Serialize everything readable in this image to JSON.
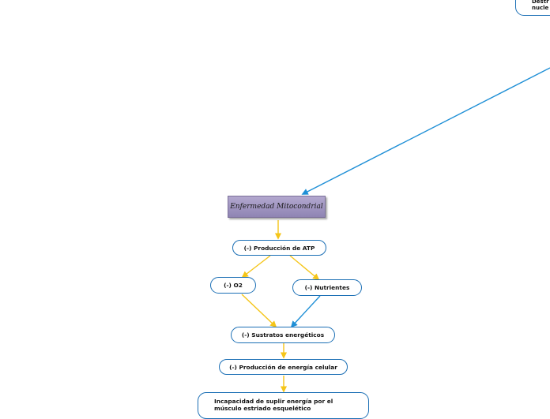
{
  "root": {
    "label": "Enfermedad Mitocondrial"
  },
  "top_right": {
    "label": "Destr\nnucle"
  },
  "nodes": {
    "atp": "(-) Producción de ATP",
    "o2": "(-) O2",
    "nutrientes": "(-) Nutrientes",
    "sustratos": "(-) Sustratos energéticos",
    "energia": "(-) Producción de energía celular",
    "incapacidad": "Incapacidad de suplir energía por el\nmúsculo estriado esquelético"
  },
  "colors": {
    "node_border": "#1b6fb5",
    "blue_connector": "#1e8fd6",
    "yellow_connector": "#f5c518",
    "root_fill": "#a096c2"
  }
}
